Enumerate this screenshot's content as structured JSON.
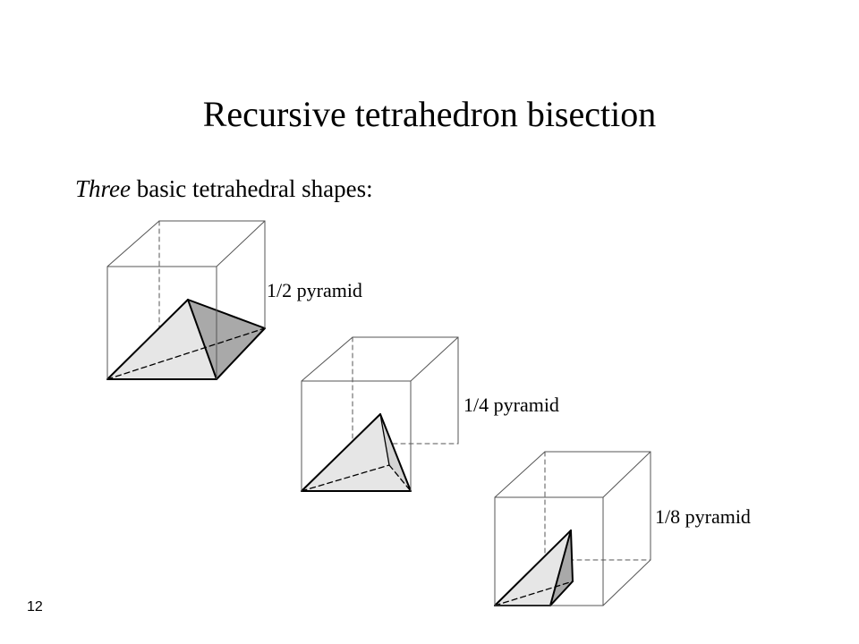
{
  "slide": {
    "title": "Recursive tetrahedron bisection",
    "subtitle_emphasis": "Three",
    "subtitle_rest": " basic tetrahedral shapes:",
    "page_number": "12"
  },
  "shapes": [
    {
      "label": "1/2 pyramid"
    },
    {
      "label": "1/4 pyramid"
    },
    {
      "label": "1/8 pyramid"
    }
  ],
  "colors": {
    "light_face": "#e6e6e6",
    "dark_face": "#a9a9a9",
    "cube_edge": "#555555",
    "text": "#000000"
  }
}
